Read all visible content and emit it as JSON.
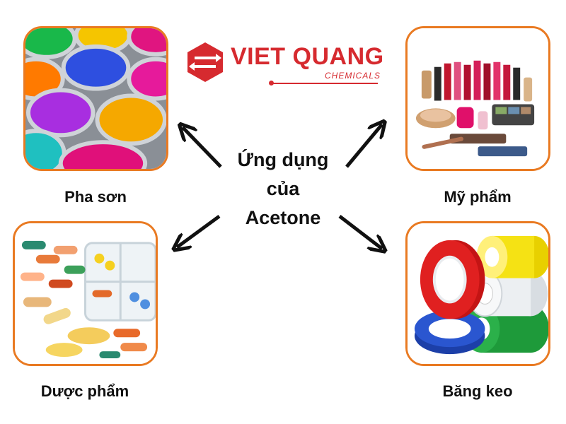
{
  "brand": {
    "name": "VIET QUANG",
    "sub": "CHEMICALS",
    "color": "#d62a2f"
  },
  "center": {
    "line1": "Ứng dụng",
    "line2": "của",
    "line3": "Acetone"
  },
  "items": [
    {
      "label": "Pha sơn",
      "icon": "paint-cans-image"
    },
    {
      "label": "Mỹ phẩm",
      "icon": "cosmetics-image"
    },
    {
      "label": "Dược phẩm",
      "icon": "pills-image"
    },
    {
      "label": "Băng keo",
      "icon": "tape-rolls-image"
    }
  ],
  "colors": {
    "tile_border": "#e97a22",
    "arrow": "#111111"
  }
}
